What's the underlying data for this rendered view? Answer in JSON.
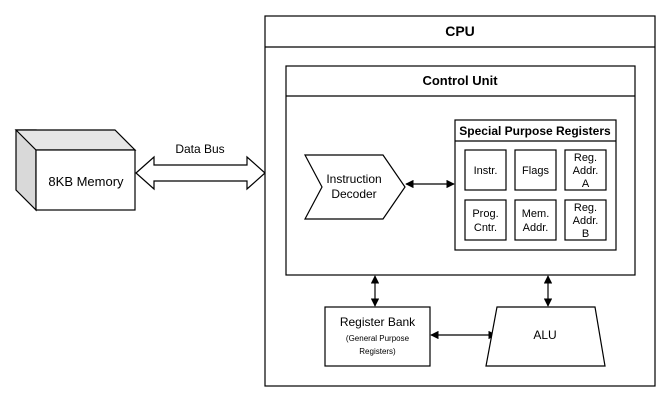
{
  "memory": {
    "label": "8KB Memory"
  },
  "data_bus": {
    "label": "Data Bus"
  },
  "cpu": {
    "title": "CPU"
  },
  "control_unit": {
    "title": "Control Unit"
  },
  "instruction_decoder": {
    "line1": "Instruction",
    "line2": "Decoder"
  },
  "spr": {
    "title": "Special Purpose Registers",
    "instr": "Instr.",
    "flags": "Flags",
    "reg_addr_a": [
      "Reg.",
      "Addr.",
      "A"
    ],
    "prog_cntr": [
      "Prog.",
      "Cntr."
    ],
    "mem_addr": [
      "Mem.",
      "Addr."
    ],
    "reg_addr_b": [
      "Reg.",
      "Addr.",
      "B"
    ]
  },
  "register_bank": {
    "title": "Register Bank",
    "sub1": "(General Purpose",
    "sub2": "Registers)"
  },
  "alu": {
    "label": "ALU"
  }
}
